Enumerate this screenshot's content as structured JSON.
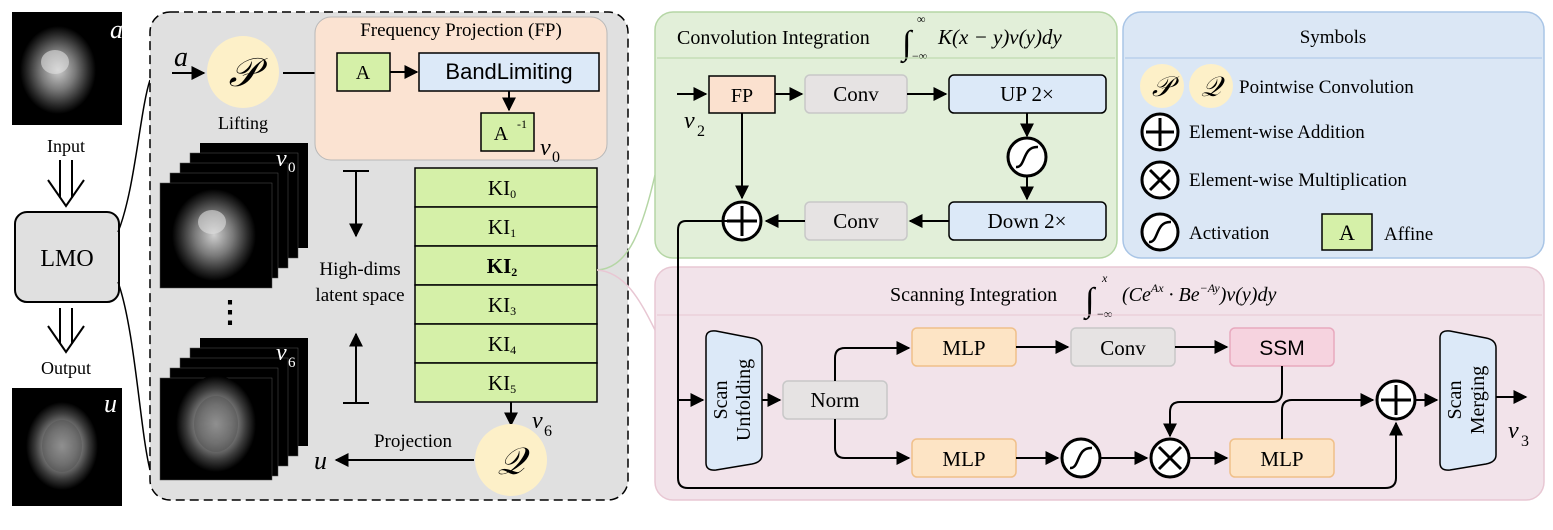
{
  "left": {
    "input_label": "Input",
    "output_label": "Output",
    "lmo_label": "LMO",
    "input_symbol": "a",
    "output_symbol": "u"
  },
  "main": {
    "a_label": "a",
    "lifting_symbol": "𝒫",
    "lifting_label": "Lifting",
    "v0_image_label": "v",
    "v0_image_sub": "0",
    "v6_image_label": "v",
    "v6_image_sub": "6",
    "ellipsis": "⋮",
    "high_dims_line1": "High-dims",
    "high_dims_line2": "latent space",
    "projection_label": "Projection",
    "projection_symbol": "𝒬",
    "u_label": "u",
    "v6_out": "v",
    "v6_out_sub": "6"
  },
  "fp": {
    "title": "Frequency Projection (FP)",
    "affine": "A",
    "bandlimiting": "BandLimiting",
    "inverse": "A",
    "inverse_sup": "-1",
    "v0": "v",
    "v0_sub": "0"
  },
  "ki_stack": [
    {
      "label": "KI",
      "sub": "0",
      "bold": false
    },
    {
      "label": "KI",
      "sub": "1",
      "bold": false
    },
    {
      "label": "KI",
      "sub": "2",
      "bold": true
    },
    {
      "label": "KI",
      "sub": "3",
      "bold": false
    },
    {
      "label": "KI",
      "sub": "4",
      "bold": false
    },
    {
      "label": "KI",
      "sub": "5",
      "bold": false
    }
  ],
  "conv_panel": {
    "title": "Convolution Integration",
    "formula": "K(x − y)v(y)dy",
    "int_upper": "∞",
    "int_lower": "−∞",
    "fp": "FP",
    "conv1": "Conv",
    "up": "UP 2×",
    "down": "Down 2×",
    "conv2": "Conv",
    "v2": "v",
    "v2_sub": "2"
  },
  "symbols_panel": {
    "title": "Symbols",
    "p_symbol": "𝒫",
    "q_symbol": "𝒬",
    "pointwise": "Pointwise Convolution",
    "addition": "Element-wise Addition",
    "multiplication": "Element-wise Multiplication",
    "activation": "Activation",
    "affine_symbol": "A",
    "affine": "Affine"
  },
  "scan_panel": {
    "title": "Scanning Integration",
    "formula_pre": "(Ce",
    "formula_sup1": "Ax",
    "formula_mid": " · Be",
    "formula_sup2": "−Ay",
    "formula_post": ")v(y)dy",
    "int_upper": "x",
    "int_lower": "−∞",
    "unfold_line1": "Scan",
    "unfold_line2": "Unfolding",
    "norm": "Norm",
    "mlp_top": "MLP",
    "conv": "Conv",
    "ssm": "SSM",
    "mlp_bottom": "MLP",
    "mlp_right": "MLP",
    "merge_line1": "Scan",
    "merge_line2": "Merging",
    "v3": "v",
    "v3_sub": "3"
  },
  "colors": {
    "gray_panel": "#e0e0e0",
    "fp_panel": "#fbe3d2",
    "conv_panel": "#e2efd9",
    "symbols_panel": "#dbe7f5",
    "scan_panel": "#f2e3ea",
    "green_box": "#d5f0a8",
    "blue_box": "#dce9f8",
    "orange_box": "#fde4c5",
    "gray_box": "#e6e3e3",
    "pink_box": "#f6d3df",
    "cream_circle": "#fdf0c8",
    "fp_box": "#fbe1cf"
  }
}
